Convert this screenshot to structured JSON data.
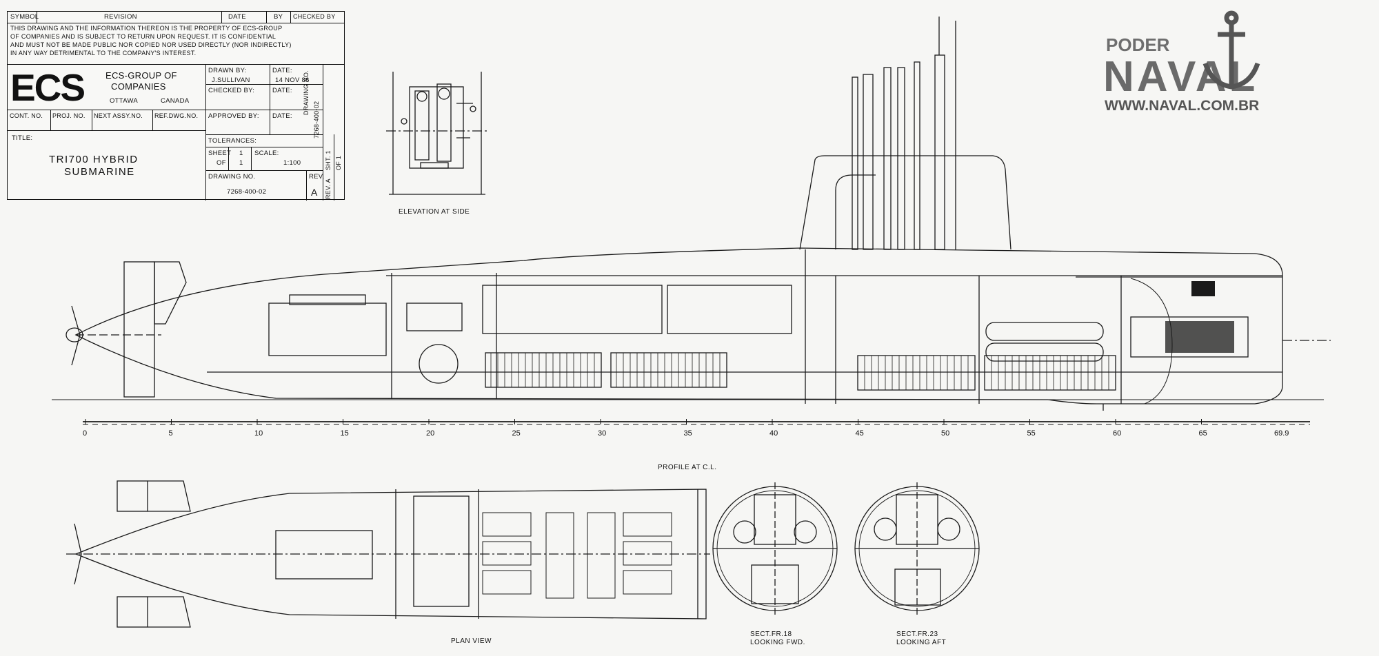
{
  "title_block": {
    "col_symbol": "SYMBOL",
    "col_revision": "REVISION",
    "col_date": "DATE",
    "col_by": "BY",
    "col_checked_by": "CHECKED BY",
    "notice": [
      "THIS DRAWING AND THE INFORMATION THEREON IS THE PROPERTY OF ECS-GROUP",
      "OF COMPANIES  AND IS SUBJECT TO RETURN UPON REQUEST. IT IS CONFIDENTIAL",
      "AND MUST NOT BE MADE PUBLIC NOR COPIED NOR USED DIRECTLY (NOR INDIRECTLY)",
      "IN ANY WAY DETRIMENTAL TO THE COMPANY'S INTEREST."
    ],
    "logo": "ECS",
    "company_line1": "ECS-GROUP OF",
    "company_line2": "COMPANIES",
    "city": "OTTAWA",
    "country": "CANADA",
    "drawn_by_label": "DRAWN BY:",
    "drawn_by": "J.SULLIVAN",
    "date_label": "DATE:",
    "date": "14 NOV 86",
    "checked_by_label": "CHECKED BY:",
    "approved_by_label": "APPROVED BY:",
    "cont_no": "CONT. NO.",
    "proj_no": "PROJ. NO.",
    "next_assy": "NEXT ASSY.NO.",
    "ref_dwg": "REF.DWG.NO.",
    "title_label": "TITLE:",
    "title_line1": "TRI700 HYBRID",
    "title_line2": "SUBMARINE",
    "tolerances_label": "TOLERANCES:",
    "sheet_label": "SHEET",
    "sheet_value": "1",
    "sheet_of": "OF",
    "sheet_total": "1",
    "scale_label": "SCALE:",
    "scale": "1:100",
    "drawing_no_label": "DRAWING NO.",
    "drawing_no": "7268-400-02",
    "rev_label": "REV.",
    "rev": "A",
    "side_drawing_label": "DRAWING NO.",
    "side_drawing_no": "7268-400-02",
    "side_sht": "SHT. 1",
    "side_of": "OF 1",
    "side_rev": "REV. A"
  },
  "watermark": {
    "top": "PODER",
    "main": "NAVAL",
    "url": "WWW.NAVAL.COM.BR"
  },
  "labels": {
    "elevation": "ELEVATION AT SIDE",
    "profile": "PROFILE AT C.L.",
    "plan": "PLAN VIEW",
    "sect18_line1": "SECT.FR.18",
    "sect18_line2": "LOOKING FWD.",
    "sect23_line1": "SECT.FR.23",
    "sect23_line2": "LOOKING AFT"
  },
  "scale_ticks": [
    "0",
    "5",
    "10",
    "15",
    "20",
    "25",
    "30",
    "35",
    "40",
    "45",
    "50",
    "55",
    "60",
    "65"
  ],
  "scale_end": "69.9"
}
